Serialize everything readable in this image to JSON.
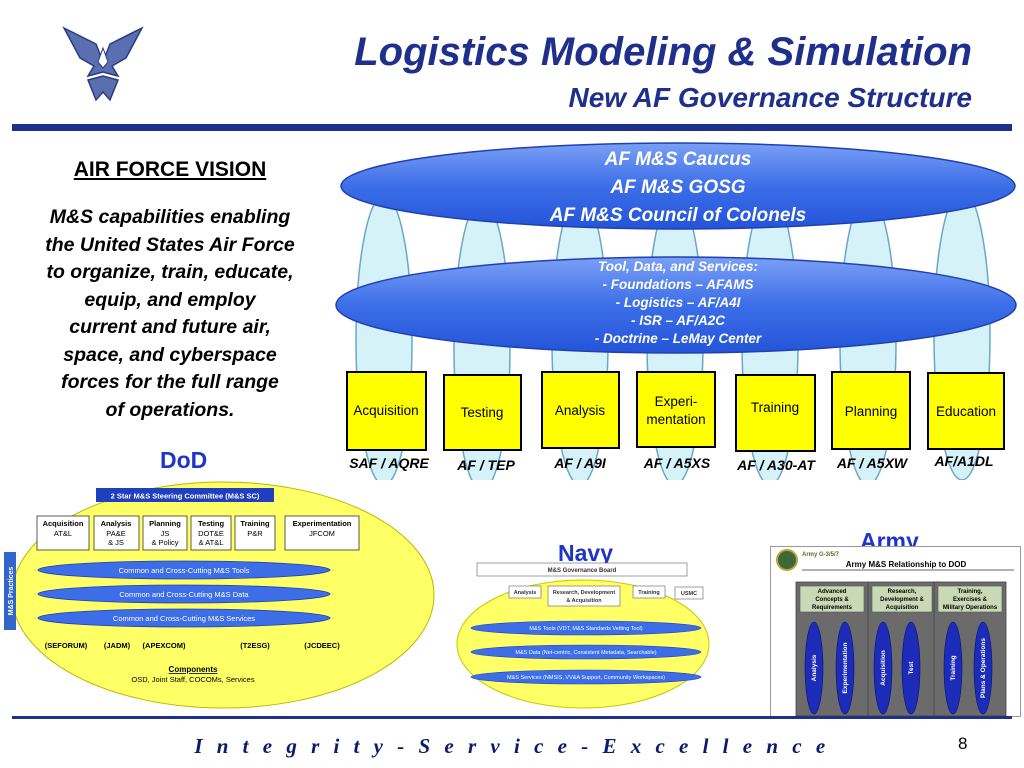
{
  "header": {
    "title": "Logistics Modeling & Simulation",
    "subtitle": "New AF Governance Structure"
  },
  "vision": {
    "heading": "AIR FORCE VISION",
    "lines": [
      "M&S capabilities enabling",
      "the United States Air Force",
      "to organize, train, educate,",
      "equip, and employ",
      "current and future air,",
      "space, and cyberspace",
      "forces for the full range",
      "of operations."
    ]
  },
  "governance": {
    "top_ellipse": [
      "AF M&S Caucus",
      "AF M&S GOSG",
      "AF M&S Council of Colonels"
    ],
    "mid_ellipse": [
      "Tool, Data, and Services:",
      "- Foundations – AFAMS",
      "- Logistics – AF/A4I",
      "- ISR – AF/A2C",
      "- Doctrine – LeMay Center"
    ],
    "boxes": [
      {
        "lines": [
          "Acquisition"
        ],
        "office": "SAF / AQRE"
      },
      {
        "lines": [
          "Testing"
        ],
        "office": "AF / TEP"
      },
      {
        "lines": [
          "Analysis"
        ],
        "office": "AF / A9I"
      },
      {
        "lines": [
          "Experi-",
          "mentation"
        ],
        "office": "AF / A5XS"
      },
      {
        "lines": [
          "Training"
        ],
        "office": "AF / A30-AT"
      },
      {
        "lines": [
          "Planning"
        ],
        "office": "AF / A5XW"
      },
      {
        "lines": [
          "Education"
        ],
        "office": "AF/A1DL"
      }
    ]
  },
  "dod": {
    "label": "DoD",
    "committee": "2 Star M&S Steering Committee (M&S SC)",
    "side_tab": "M&S Practices",
    "boxes": [
      {
        "title": "Acquisition",
        "lines": [
          "AT&L"
        ]
      },
      {
        "title": "Analysis",
        "lines": [
          "PA&E",
          "& JS"
        ]
      },
      {
        "title": "Planning",
        "lines": [
          "JS",
          "& Policy"
        ]
      },
      {
        "title": "Testing",
        "lines": [
          "DOT&E",
          "& AT&L"
        ]
      },
      {
        "title": "Training",
        "lines": [
          "P&R"
        ]
      },
      {
        "title": "Experimentation",
        "lines": [
          "JFCOM"
        ]
      }
    ],
    "bars": [
      "Common and Cross-Cutting M&S Tools",
      "Common and Cross-Cutting M&S Data",
      "Common and Cross-Cutting M&S Services"
    ],
    "forums": [
      "(SEFORUM)",
      "(JADM)",
      "(APEXCOM)",
      "(T2ESG)",
      "(JCDEEC)"
    ],
    "components_title": "Components",
    "components_text": "OSD, Joint Staff, COCOMs, Services"
  },
  "navy": {
    "label": "Navy",
    "board": "M&S Governance Board",
    "boxes": [
      {
        "lines": [
          "Analysis"
        ]
      },
      {
        "lines": [
          "Research, Development",
          "& Acquisition"
        ]
      },
      {
        "lines": [
          "Training"
        ]
      },
      {
        "lines": [
          "USMC"
        ]
      }
    ],
    "bars": [
      "M&S Tools (VDT, M&S Standards Vetting Tool)",
      "M&S Data (Net-centric, Consistent Metadata, Searchable)",
      "M&S Services (NMSIS, VV&A Support, Community Workspaces)"
    ]
  },
  "army": {
    "label": "Army",
    "org": "Army G-3/5/7",
    "title": "Army M&S Relationship to DOD",
    "columns": [
      {
        "header": [
          "Advanced",
          "Concepts &",
          "Requirements"
        ],
        "ovals": [
          "Analysis",
          "Experimentation"
        ]
      },
      {
        "header": [
          "Research,",
          "Development &",
          "Acquisition"
        ],
        "ovals": [
          "Acquisition",
          "Test"
        ]
      },
      {
        "header": [
          "Training,",
          "Exercises &",
          "Military Operations"
        ],
        "ovals": [
          "Training",
          "Plans & Operations"
        ]
      }
    ]
  },
  "footer": {
    "motto": "I n t e g r i t y  -  S e r v i c e  -  E x c e l l e n c e",
    "page": "8"
  },
  "colors": {
    "navy_blue": "#1f2f8c",
    "ellipse_blue": "#3d6ee8",
    "box_yellow": "#ffff00",
    "light_cyan": "#d5f2f8",
    "dod_yellow": "#ffff66"
  }
}
